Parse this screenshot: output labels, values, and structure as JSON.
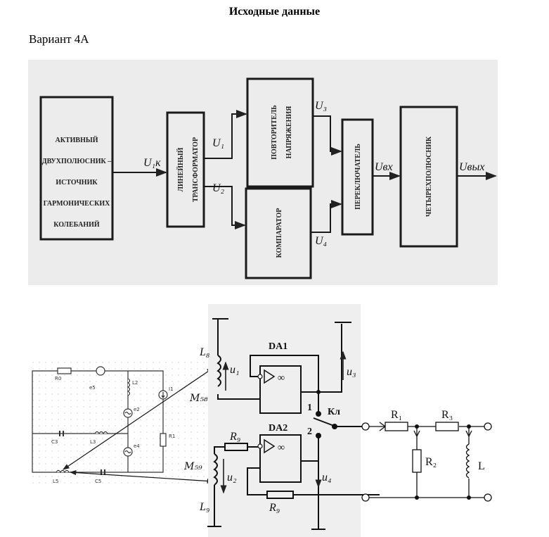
{
  "header": {
    "title": "Исходные данные",
    "variant": "Вариант 4А"
  },
  "block_diagram": {
    "blocks": [
      "АКТИВНЫЙ",
      "ДВУХПОЛЮСНИК –",
      "ИСТОЧНИК",
      "ГАРМОНИЧЕСКИХ",
      "КОЛЕБАНИЙ"
    ],
    "transformer": [
      "ЛИНЕЙНЫЙ",
      "ТРАНСФОРМАТОР"
    ],
    "repeater": [
      "ПОВТОРИТЕЛЬ",
      "НАПРЯЖЕНИЯ"
    ],
    "comparator": "КОМПАРАТОР",
    "switch": "ПЕРЕКЛЮЧАТЕЛЬ",
    "quadripole": "ЧЕТЫРЕХПОЛЮСНИК",
    "signals": {
      "u1k": "U₁к",
      "u1": "U₁",
      "u2": "U₂",
      "u3": "U₃",
      "u4": "U₄",
      "uin": "Uвх",
      "uout": "Uвых"
    }
  },
  "source_circuit": {
    "labels": {
      "R0": "R0",
      "e5": "e5",
      "L2": "L2",
      "I1": "I1",
      "e2": "e2",
      "R1": "R1",
      "C3": "C3",
      "L3": "L3",
      "e4": "e4",
      "L5": "L5",
      "C5": "C5"
    },
    "mutual": {
      "m58": "M₅₈",
      "m59": "M₅₉"
    }
  },
  "amp_circuit": {
    "labels": {
      "L8": "L₈",
      "L9": "L₉",
      "u1": "u₁",
      "u2": "u₂",
      "u3": "u₃",
      "u4": "u₄",
      "DA1": "DA1",
      "DA2": "DA2",
      "inf1": "∞",
      "inf2": "∞",
      "R9a": "R₉",
      "R9b": "R₉",
      "pos1": "1",
      "pos2": "2",
      "key": "Кл"
    }
  },
  "load_circuit": {
    "labels": {
      "R1": "R₁",
      "R2": "R₂",
      "R3": "R₃",
      "L": "L"
    }
  }
}
